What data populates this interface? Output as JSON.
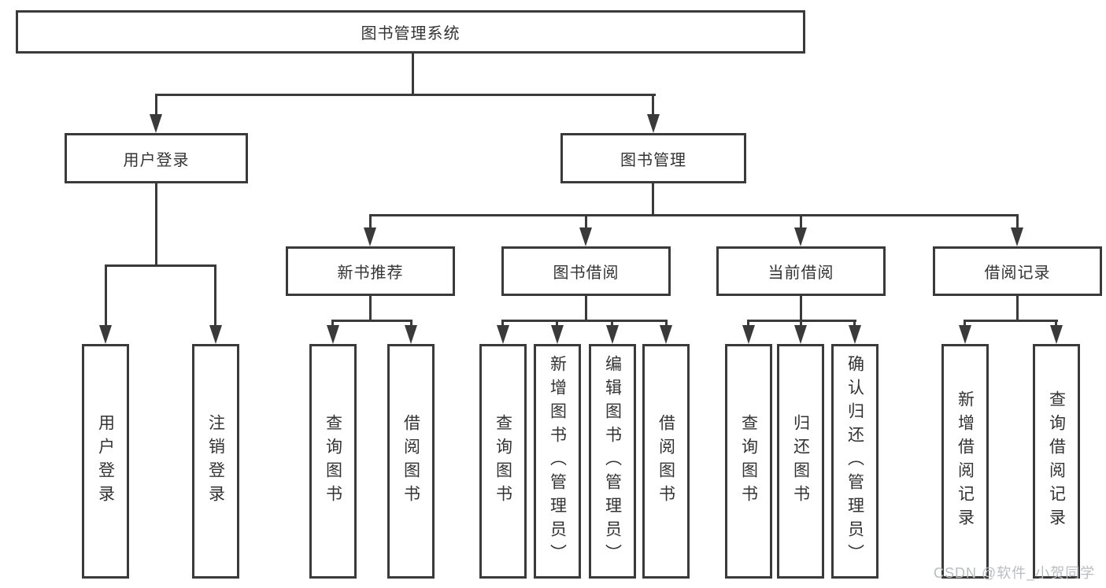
{
  "title": "图书管理系统",
  "tree": {
    "root": {
      "label": "图书管理系统"
    },
    "level2": [
      {
        "label": "用户登录"
      },
      {
        "label": "图书管理"
      }
    ],
    "level3": [
      {
        "label": "新书推荐",
        "parent": "图书管理"
      },
      {
        "label": "图书借阅",
        "parent": "图书管理"
      },
      {
        "label": "当前借阅",
        "parent": "图书管理"
      },
      {
        "label": "借阅记录",
        "parent": "图书管理"
      }
    ],
    "leaves": [
      {
        "label": "用户登录",
        "parent": "用户登录"
      },
      {
        "label": "注销登录",
        "parent": "用户登录"
      },
      {
        "label": "查询图书",
        "parent": "新书推荐"
      },
      {
        "label": "借阅图书",
        "parent": "新书推荐"
      },
      {
        "label": "查询图书",
        "parent": "图书借阅"
      },
      {
        "label": "新增图书（管理员）",
        "parent": "图书借阅"
      },
      {
        "label": "编辑图书（管理员）",
        "parent": "图书借阅"
      },
      {
        "label": "借阅图书",
        "parent": "图书借阅"
      },
      {
        "label": "查询图书",
        "parent": "当前借阅"
      },
      {
        "label": "归还图书",
        "parent": "当前借阅"
      },
      {
        "label": "确认归还（管理员）",
        "parent": "当前借阅"
      },
      {
        "label": "新增借阅记录",
        "parent": "借阅记录"
      },
      {
        "label": "查询借阅记录",
        "parent": "借阅记录"
      }
    ]
  },
  "watermark": {
    "text": "CSDN @软件_小贺同学"
  },
  "colors": {
    "line": "#3a3a3a",
    "text": "#333333",
    "watermark": "#b9bdc2",
    "background": "#ffffff"
  }
}
